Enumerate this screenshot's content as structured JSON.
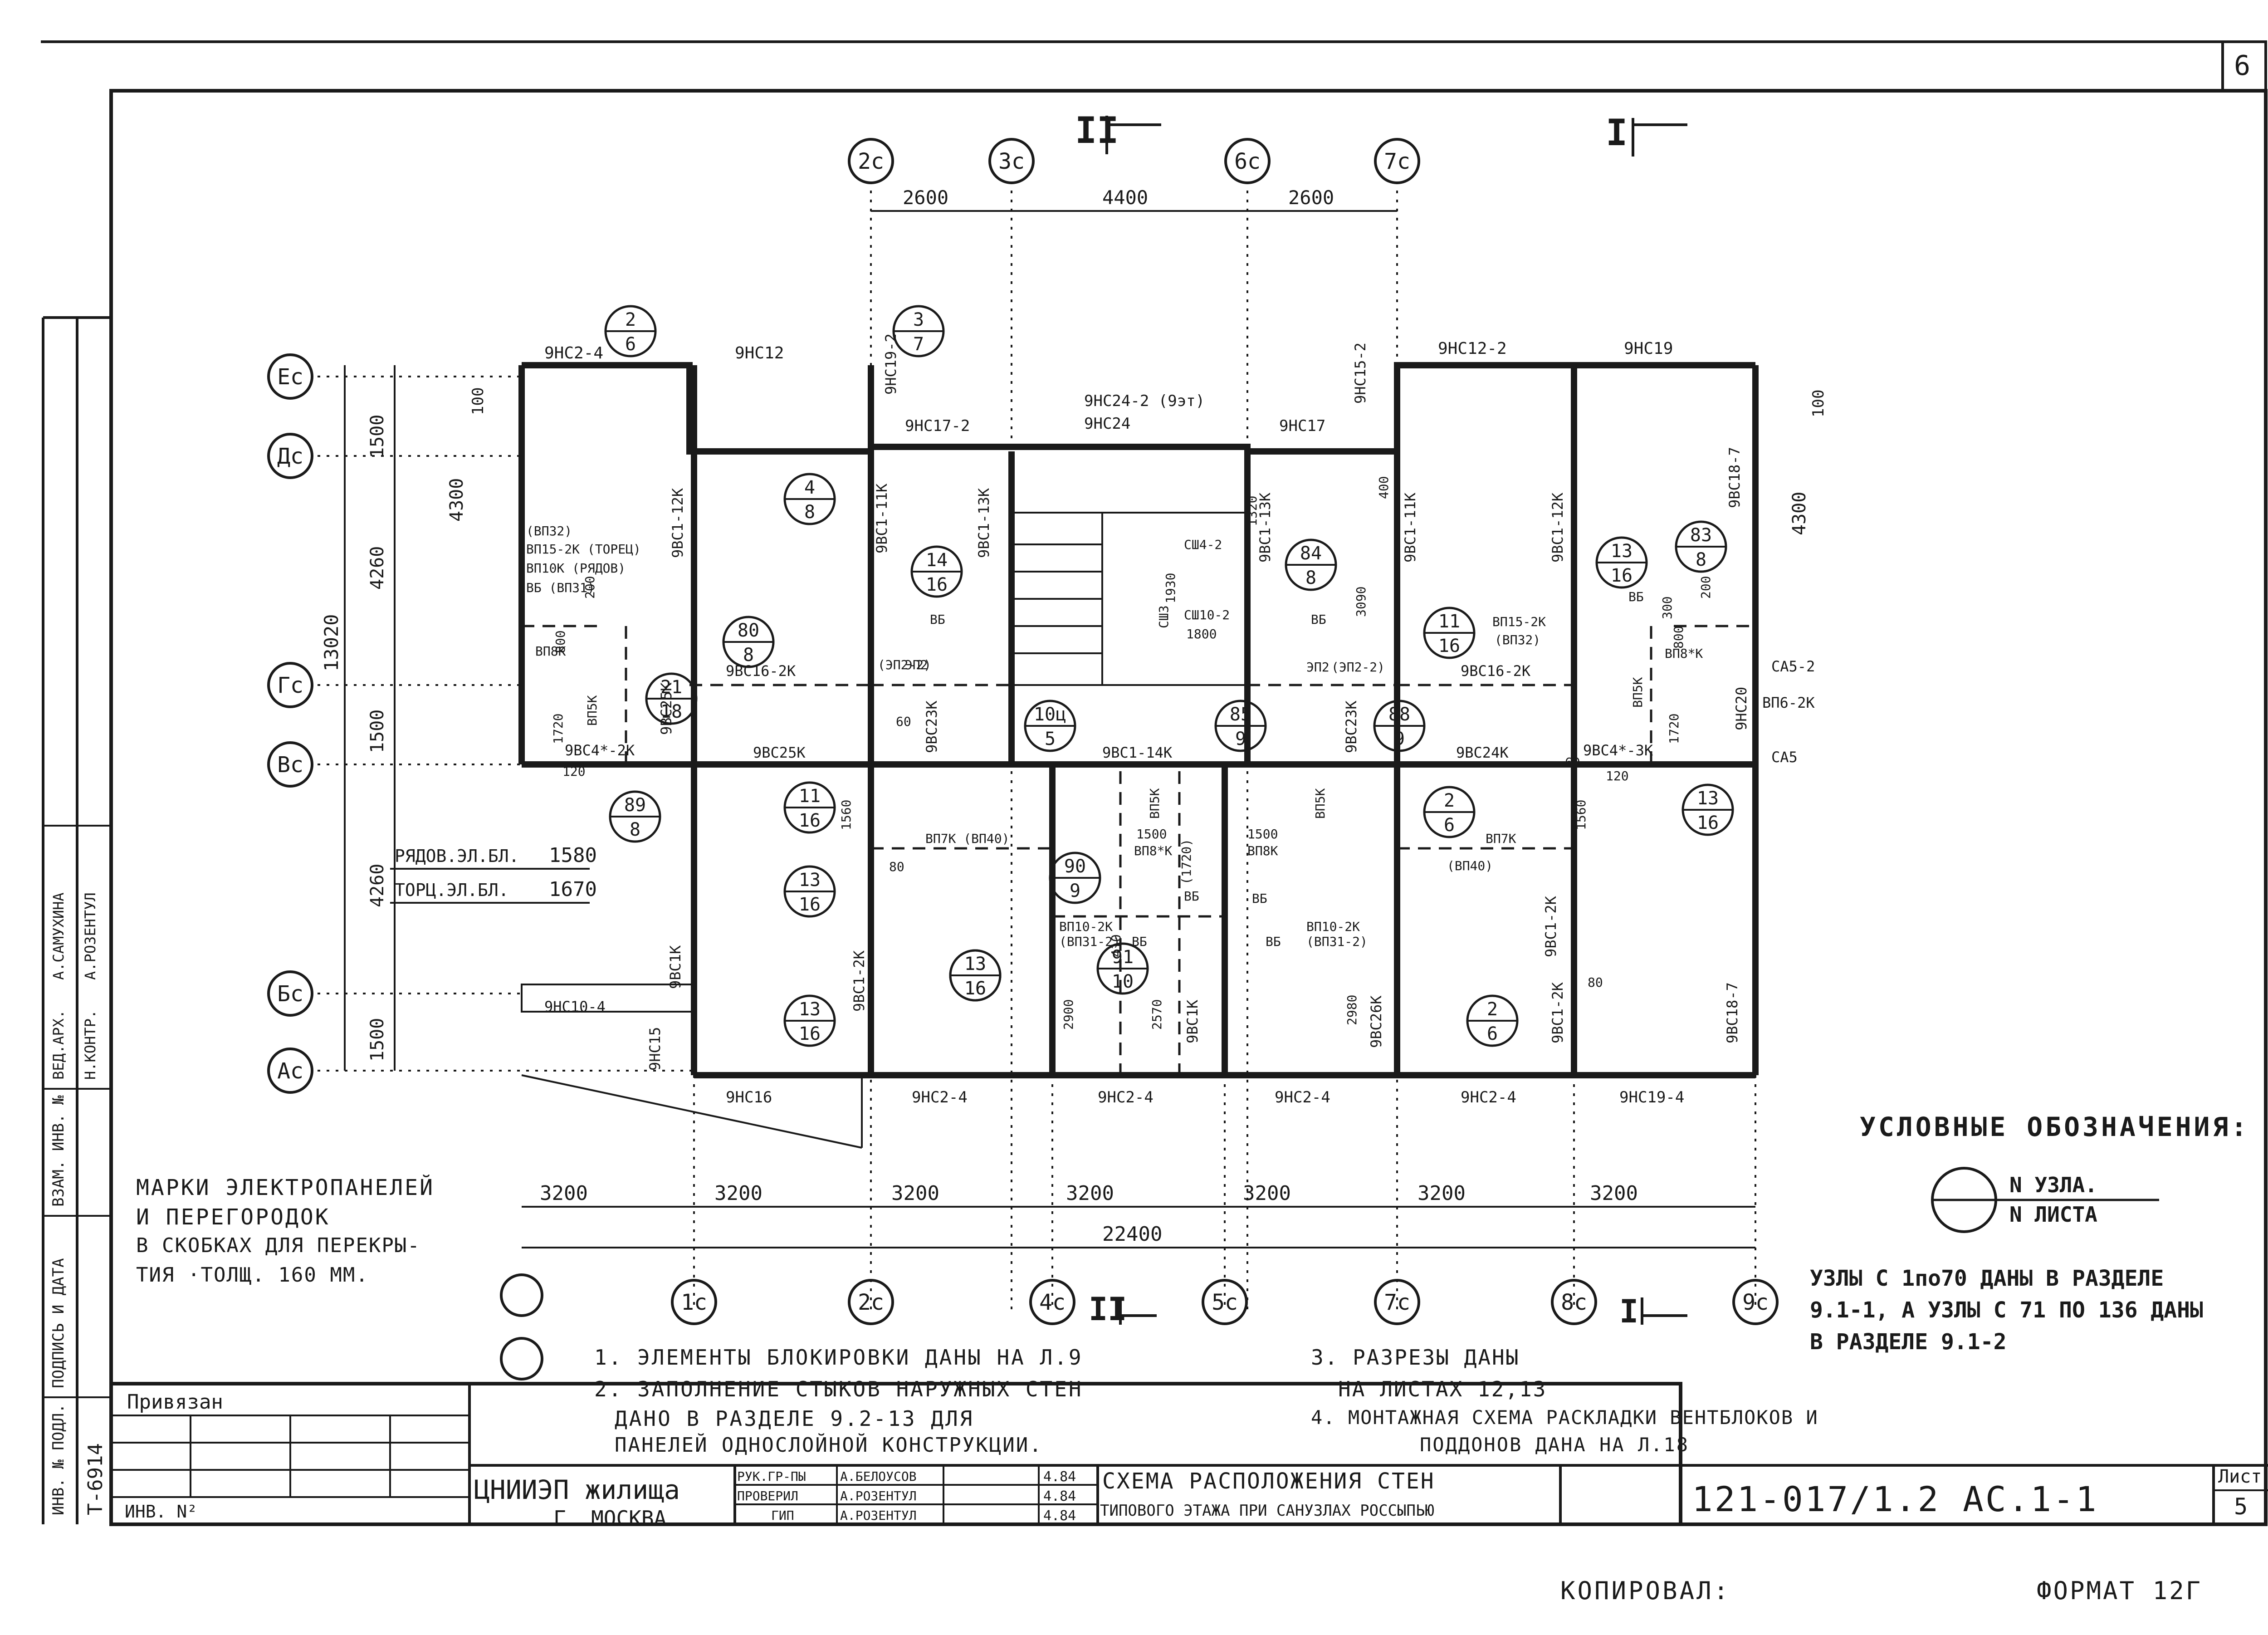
{
  "sheet_corner_number": "6",
  "title_lines": {
    "label": "УСЛОВНЫЕ ОБОЗНАЧЕНИЯ:",
    "node": "N УЗЛА.",
    "sheet": "N ЛИСТА",
    "ranges_1": "УЗЛЫ С 1по70 ДАНЫ В РАЗДЕЛЕ",
    "ranges_2": "9.1-1, А УЗЛЫ С 71 ПО 136 ДАНЫ",
    "ranges_3": "В РАЗДЕЛЕ 9.1-2"
  },
  "panel_note": {
    "l1": "МАРКИ ЭЛЕКТРОПАНЕЛЕЙ",
    "l2": "И ПЕРЕГОРОДОК",
    "l3": "В СКОБКАХ ДЛЯ ПЕРЕКРЫ-",
    "l4": "ТИЯ ·ТОЛЩ. 160 ММ."
  },
  "notes": {
    "n1": "1. ЭЛЕМЕНТЫ БЛОКИРОВКИ ДАНЫ НА Л.9",
    "n2a": "2. ЗАПОЛНЕНИЕ СТЫКОВ НАРУЖНЫХ СТЕН",
    "n2b": "ДАНО В РАЗДЕЛЕ 9.2-13 ДЛЯ",
    "n2c": "ПАНЕЛЕЙ ОДНОСЛОЙНОЙ КОНСТРУКЦИИ.",
    "n3a": "3. РАЗРЕЗЫ ДАНЫ",
    "n3b": "НА ЛИСТАХ 12,13",
    "n4a": "4. МОНТАЖНАЯ СХЕМА РАСКЛАДКИ ВЕНТБЛОКОВ И",
    "n4b": "ПОДДОНОВ ДАНА НА Л.18"
  },
  "stamp": {
    "privyazan": "Привязан",
    "inv": "ИНВ. N²",
    "org1": "ЦНИИЭП жилища",
    "org2": "Г. МОСКВА",
    "roles": [
      "РУК.ГР-ПЫ",
      "ПРОВЕРИЛ",
      "ГИП"
    ],
    "names": [
      "А.БЕЛОУСОВ",
      "А.РОЗЕНТУЛ",
      "А.РОЗЕНТУЛ"
    ],
    "dates": [
      "4.84",
      "4.84",
      "4.84"
    ],
    "title1": "СХЕМА РАСПОЛОЖЕНИЯ СТЕН",
    "title2": "ТИПОВОГО ЭТАЖА ПРИ САНУЗЛАХ РОССЫПЬЮ",
    "code": "121-017/1.2 АС.1-1",
    "list_label": "Лист",
    "list_no": "5",
    "copied": "КОПИРОВАЛ:",
    "format": "ФОРМАТ 12Г"
  },
  "left_strip": {
    "inv_podl": "ИНВ. № ПОДЛ.",
    "podpis": "ПОДПИСЬ И ДАТА",
    "vzam": "ВЗАМ. ИНВ. №",
    "ved_arh": "ВЕД.АРХ.",
    "n_kontr": "Н.КОНТР.",
    "samuhina": "А.САМУХИНА",
    "rozentul": "А.РОЗЕНТУЛ",
    "t_code": "Т-6914"
  },
  "axes_top": [
    "2с",
    "3с",
    "6с",
    "7с"
  ],
  "axes_bottom": [
    "1с",
    "2с",
    "4с",
    "5с",
    "7с",
    "8с",
    "9с"
  ],
  "axes_left": [
    "Ес",
    "Дс",
    "Гс",
    "Вс",
    "Бс",
    "Ас"
  ],
  "section_marks": {
    "a": "II",
    "b": "I"
  },
  "dims_top": [
    "2600",
    "4400",
    "2600"
  ],
  "dims_bottom": [
    "3200",
    "3200",
    "3200",
    "3200",
    "3200",
    "3200",
    "3200"
  ],
  "dim_total": "22400",
  "dims_left": [
    "1500",
    "4260",
    "1500",
    "4260",
    "1500"
  ],
  "dim_left_total": "13020",
  "dims_side": [
    "4300",
    "4300",
    "100",
    "100"
  ],
  "legend_elbl": {
    "row1": "РЯДОВ.ЭЛ.БЛ.",
    "val1": "1580",
    "row2": "ТОРЦ.ЭЛ.БЛ.",
    "val2": "1670"
  },
  "walls_top": [
    "9НС2-4",
    "9НС12",
    "9НС17-2",
    "9НС24-2 (9эт)",
    "9НС24",
    "9НС17",
    "9НС12-2",
    "9НС19"
  ],
  "walls_bottom": [
    "9НС16",
    "9НС2-4",
    "9НС2-4",
    "9НС2-4",
    "9НС2-4",
    "9НС19-4"
  ],
  "marks": [
    "9ВС1-12К",
    "9ВС1-11К",
    "9ВС1-13К",
    "9ВС1-13К",
    "9ВС1-11К",
    "9ВС1-12К",
    "9ВС18-7",
    "9ВС16-2К",
    "9ВС16-2К",
    "9ВС25К",
    "9ВС25К",
    "9ВС23К",
    "9ВС1-14К",
    "9ВС24К",
    "9ВС23К",
    "9ВС4*-2К",
    "9ВС4*-3К",
    "9ВС1К",
    "9ВС1-2К",
    "9ВС1-2К",
    "9ВС1К",
    "9ВС26К",
    "9ВС1-2К",
    "9ВС18-7",
    "9НС10-4",
    "9НС15",
    "9НС19-2",
    "9НС15-2",
    "9НС20",
    "СА5-2",
    "ВП6-2К",
    "СА5"
  ],
  "small_labels": [
    "(ВП32)",
    "ВП15-2К (ТОРЕЦ)",
    "ВП10К (РЯДОВ)",
    "ВБ (ВП31)",
    "ВП8К",
    "ВП5К",
    "ВП15-2К",
    "(ВП32)",
    "ВБ",
    "ВП8*К",
    "ВП5К",
    "(ЭП2-2)",
    "ЭП2",
    "ЭП2",
    "(ЭП2-2)",
    "ВБ",
    "ВБ",
    "СШ4-2",
    "СШ3",
    "СШ10-2",
    "ВП7К (ВП40)",
    "ВП7К",
    "(ВП40)",
    "1500",
    "1500",
    "ВП8*К",
    "ВП8К",
    "ВБ",
    "ВБ",
    "ВП10-2К",
    "(ВП31-2)",
    "ВБ",
    "ВП10-2К",
    "(ВП31-2)",
    "ВБ",
    "1320",
    "1930",
    "1800",
    "3090",
    "2900",
    "2570",
    "2980",
    "1560",
    "1560",
    "1720",
    "1720",
    "800",
    "800",
    "200",
    "200",
    "120",
    "120",
    "60",
    "60",
    "80",
    "80",
    "410",
    "(1720)",
    "ВП5К",
    "ВП5К",
    "300",
    "400"
  ],
  "node_callouts": [
    {
      "n": "2",
      "s": "6"
    },
    {
      "n": "3",
      "s": "7"
    },
    {
      "n": "4",
      "s": "8"
    },
    {
      "n": "80",
      "s": "8"
    },
    {
      "n": "14",
      "s": "16"
    },
    {
      "n": "84",
      "s": "8"
    },
    {
      "n": "13",
      "s": "16"
    },
    {
      "n": "83",
      "s": "8"
    },
    {
      "n": "11",
      "s": "16"
    },
    {
      "n": "21",
      "s": "18"
    },
    {
      "n": "10ц",
      "s": "5"
    },
    {
      "n": "85",
      "s": "9"
    },
    {
      "n": "88",
      "s": "9"
    },
    {
      "n": "89",
      "s": "8"
    },
    {
      "n": "11",
      "s": "16"
    },
    {
      "n": "13",
      "s": "16"
    },
    {
      "n": "13",
      "s": "16"
    },
    {
      "n": "13",
      "s": "16"
    },
    {
      "n": "90",
      "s": "9"
    },
    {
      "n": "91",
      "s": "10"
    },
    {
      "n": "13",
      "s": "16"
    },
    {
      "n": "2",
      "s": "6"
    },
    {
      "n": "2",
      "s": "6"
    },
    {
      "n": "13",
      "s": "16"
    }
  ]
}
